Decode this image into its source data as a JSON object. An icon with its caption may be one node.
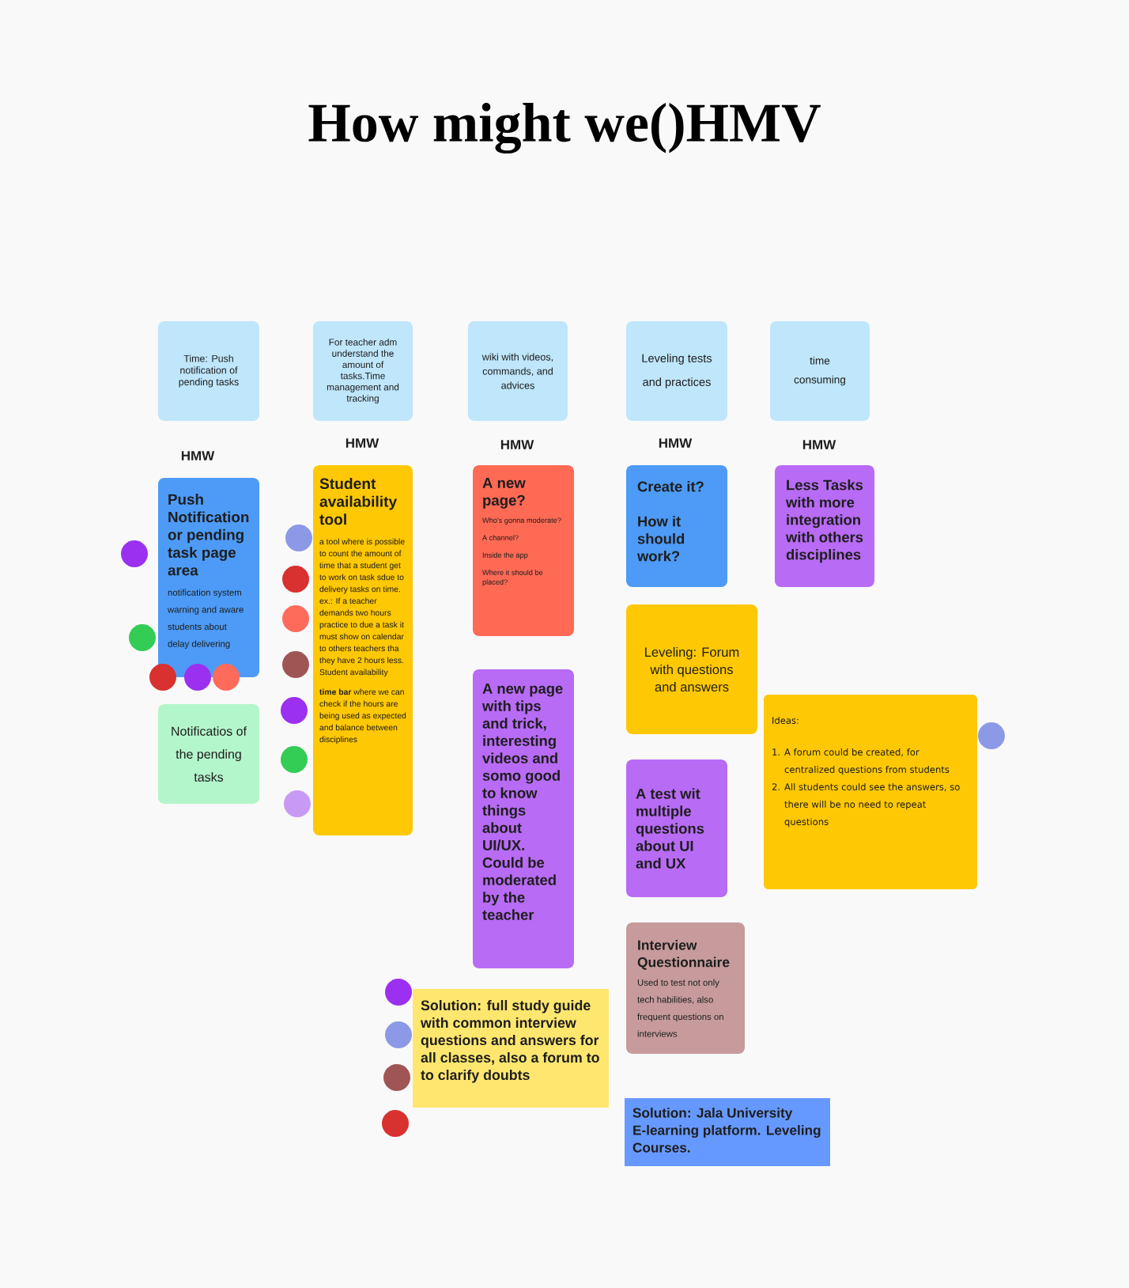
{
  "diagram": {
    "title": "How might we()HMV",
    "nodes": [
      {
        "text": [
          "Time: Push notification of pending tasks"
        ]
      },
      {
        "text": [
          "For teacher adm understand the amount of tasks.Time management and tracking"
        ]
      },
      {
        "text": [
          "wiki with videos, commands, and advices"
        ]
      },
      {
        "text": [
          "Leveling tests and practices"
        ]
      },
      {
        "text": [
          "time consuming"
        ]
      },
      {
        "text": [
          "Push Notification or pending task page area",
          "notification system warning and aware students about delay delivering"
        ]
      },
      {
        "text": [
          "Notificatios of the pending tasks"
        ]
      },
      {
        "text": [
          "Student availability tool",
          "a tool where is possible to count the amount of time that a student get to work on task sdue to delivery tasks on time.",
          "ex.: If a teacher demands two hours practice to due a task it must show on calendar to others teachers tha they have 2 hours less. Student availability",
          "**time bar** where we can check if the hours are being used as expected and balance between disciplines"
        ]
      },
      {
        "text": [
          "A new page?",
          "Who's gonna moderate?",
          "A channel?",
          "Inside the app",
          "Where it should be placed?"
        ]
      },
      {
        "text": [
          "A new page with tips and trick, interesting videos and somo good to know things about UI/UX. Could be moderated by the teacher"
        ]
      },
      {
        "text": [
          "Create it?",
          "How it should work?"
        ]
      },
      {
        "text": [
          "Leveling: Forum with questions and answers"
        ]
      },
      {
        "text": [
          "A test wit multiple questions about UI and UX"
        ]
      },
      {
        "text": [
          "Interview Questionnaire",
          "Used to test not only tech habilities, also frequent questions on interviews"
        ]
      },
      {
        "text": [
          "Less Tasks with more integration with others disciplines"
        ]
      },
      {
        "text": [
          "Ideas:",
          "1. A forum could be created, for centralized questions from students",
          "2. All students could see the answers, so there will be no need to repeat questions"
        ]
      },
      {
        "text": [
          "Solution: full study guide with common interview questions and answers for all classes, also a forum to to clarify doubts"
        ]
      },
      {
        "text": [
          "Solution: Jala University E-learning platform. Leveling Courses."
        ]
      }
    ],
    "labels": [
      "HMW",
      "HMW",
      "HMW",
      "HMW",
      "HMW"
    ]
  }
}
